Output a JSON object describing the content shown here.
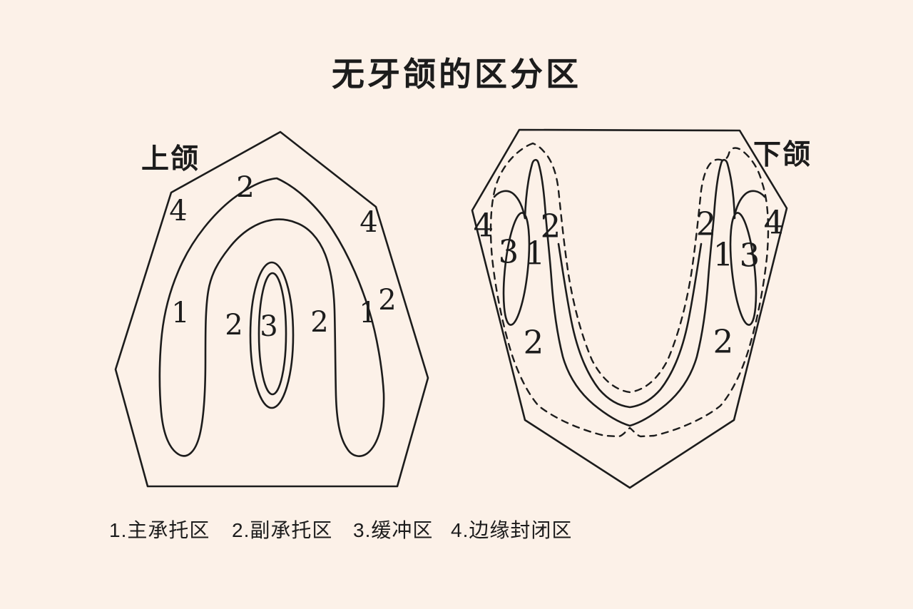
{
  "title": "无牙颌的区分区",
  "colors": {
    "background": "#fcf1e8",
    "ink": "#1c1c1c"
  },
  "maxilla": {
    "label": "上颌",
    "region_labels": [
      "2",
      "4",
      "4",
      "1",
      "2",
      "3",
      "2",
      "1",
      "2"
    ]
  },
  "mandible": {
    "label": "下颌",
    "region_labels": [
      "4",
      "3",
      "1",
      "2",
      "2",
      "1",
      "3",
      "4",
      "2",
      "2"
    ]
  },
  "legend": {
    "items": [
      "1.主承托区",
      "2.副承托区",
      "3.缓冲区",
      "4.边缘封闭区"
    ]
  }
}
